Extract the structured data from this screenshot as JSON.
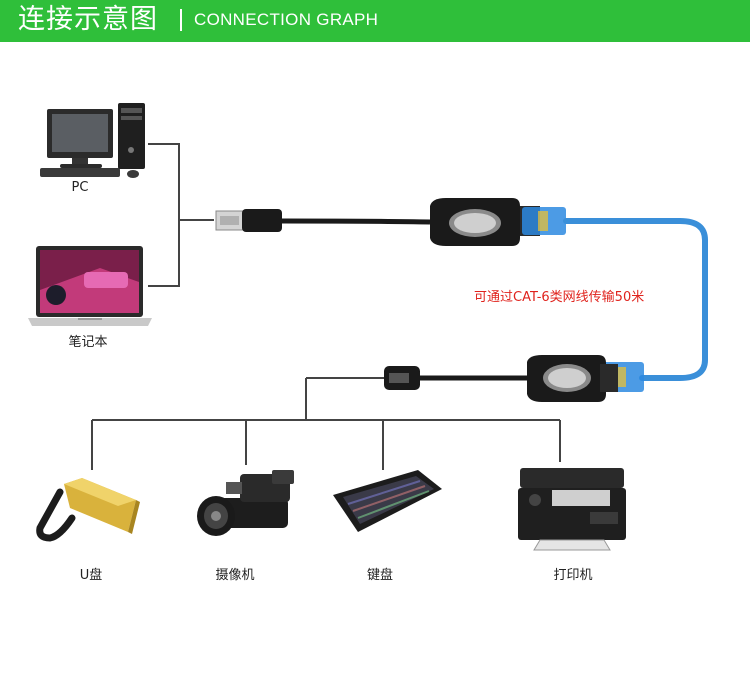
{
  "header": {
    "title_cn": "连接示意图",
    "title_en": "CONNECTION GRAPH",
    "accent_color": "#2fbf3a"
  },
  "sources": [
    {
      "label": "PC",
      "icon": "desktop-pc-icon"
    },
    {
      "label": "笔记本",
      "icon": "laptop-icon"
    }
  ],
  "cable_note": "可通过CAT-6类网线传输50米",
  "devices": [
    {
      "label": "U盘",
      "icon": "usb-flash-drive-icon"
    },
    {
      "label": "摄像机",
      "icon": "video-camera-icon"
    },
    {
      "label": "键盘",
      "icon": "keyboard-icon"
    },
    {
      "label": "打印机",
      "icon": "printer-icon"
    }
  ],
  "colors": {
    "note_red": "#e0231d",
    "cable_blue": "#3a8fd9",
    "line": "#444444"
  }
}
